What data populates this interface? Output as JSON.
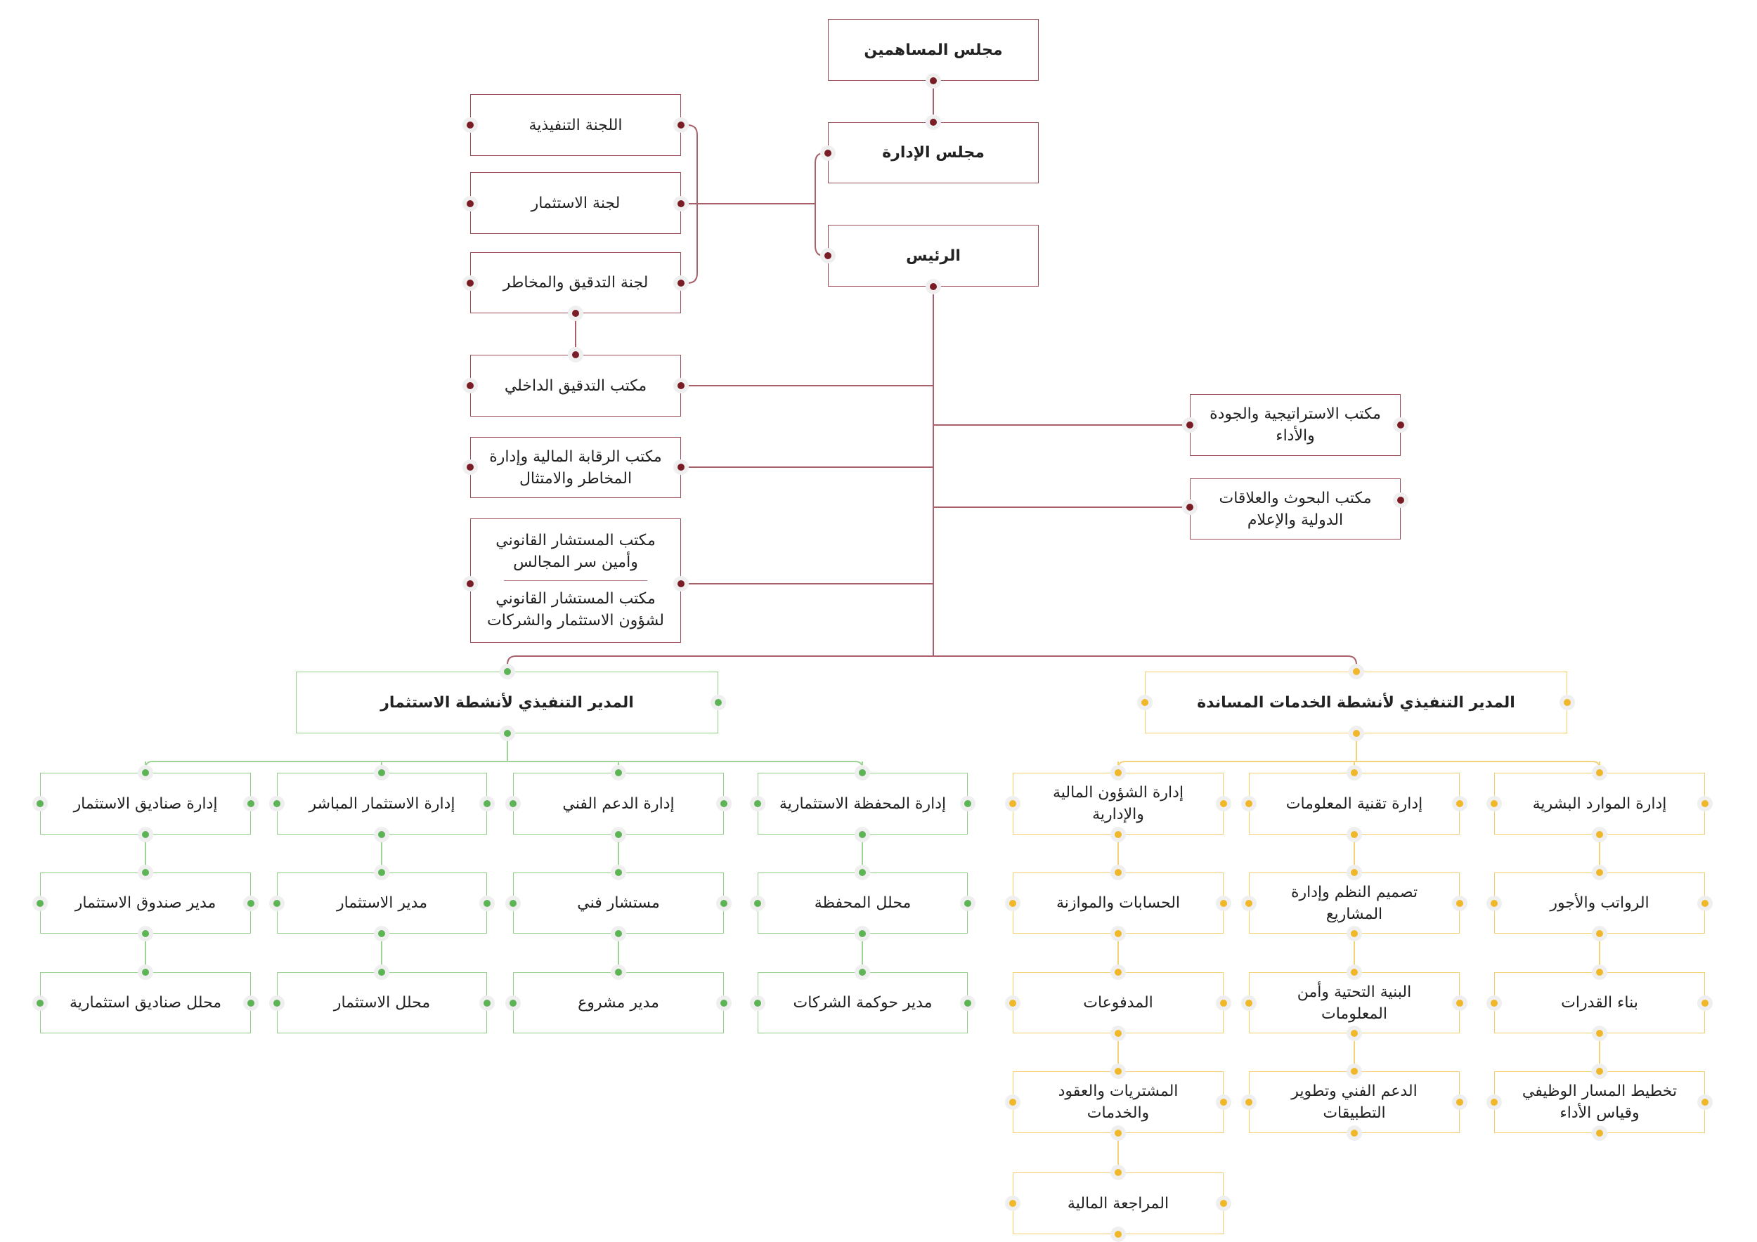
{
  "colors": {
    "governance": "#7a1c25",
    "investment": "#5cb455",
    "support": "#f0b828"
  },
  "governance": {
    "shareholders": "مجلس المساهمين",
    "board": "مجلس الإدارة",
    "chairman": "الرئيس",
    "committees": [
      "اللجنة التنفيذية",
      "لجنة الاستثمار",
      "لجنة التدقيق والمخاطر"
    ],
    "internal_audit": "مكتب التدقيق الداخلي",
    "financial_control": "مكتب الرقابة المالية وإدارة المخاطر والامتثال",
    "legal_board_secretary": "مكتب المستشار القانوني وأمين سر المجالس",
    "legal_investment": "مكتب المستشار القانوني لشؤون الاستثمار والشركات",
    "strategy_office": "مكتب الاستراتيجية والجودة والأداء",
    "research_office": "مكتب البحوث والعلاقات الدولية والإعلام"
  },
  "investment": {
    "executive": "المدير التنفيذي لأنشطة الاستثمار",
    "departments": [
      {
        "name": "إدارة المحفظة الاستثمارية",
        "units": [
          "محلل المحفظة",
          "مدير حوكمة الشركات"
        ]
      },
      {
        "name": "إدارة الدعم الفني",
        "units": [
          "مستشار فني",
          "مدير مشروع"
        ]
      },
      {
        "name": "إدارة الاستثمار المباشر",
        "units": [
          "مدير الاستثمار",
          "محلل الاستثمار"
        ]
      },
      {
        "name": "إدارة صناديق الاستثمار",
        "units": [
          "مدير صندوق الاستثمار",
          "محلل صناديق استثمارية"
        ]
      }
    ]
  },
  "support": {
    "executive": "المدير التنفيذي لأنشطة الخدمات المساندة",
    "departments": [
      {
        "name": "إدارة الموارد البشرية",
        "units": [
          "الرواتب والأجور",
          "بناء القدرات",
          "تخطيط المسار الوظيفي وقياس الأداء"
        ]
      },
      {
        "name": "إدارة تقنية المعلومات",
        "units": [
          "تصميم النظم وإدارة المشاريع",
          "البنية التحتية وأمن المعلومات",
          "الدعم الفني وتطوير التطبيقات"
        ]
      },
      {
        "name": "إدارة الشؤون المالية والإدارية",
        "units": [
          "الحسابات والموازنة",
          "المدفوعات",
          "المشتريات والعقود والخدمات",
          "المراجعة المالية"
        ]
      }
    ]
  }
}
